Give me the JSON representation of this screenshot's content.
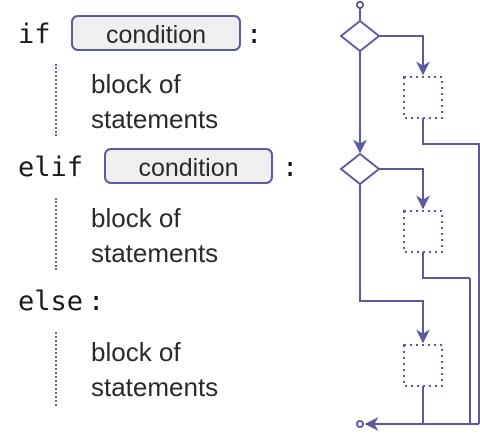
{
  "code": {
    "if_keyword": "if",
    "elif_keyword": "elif",
    "else_keyword": "else",
    "colon": ":",
    "condition_label": "condition",
    "block_line1": "block of",
    "block_line2": "statements"
  },
  "colors": {
    "flow_stroke": "#5b5a9e",
    "condition_fill": "#efefef",
    "text": "#1a1a1a"
  },
  "flowchart": {
    "nodes": [
      "start-terminal",
      "if-decision",
      "if-block",
      "elif-decision",
      "elif-block",
      "else-block",
      "end-terminal"
    ]
  }
}
